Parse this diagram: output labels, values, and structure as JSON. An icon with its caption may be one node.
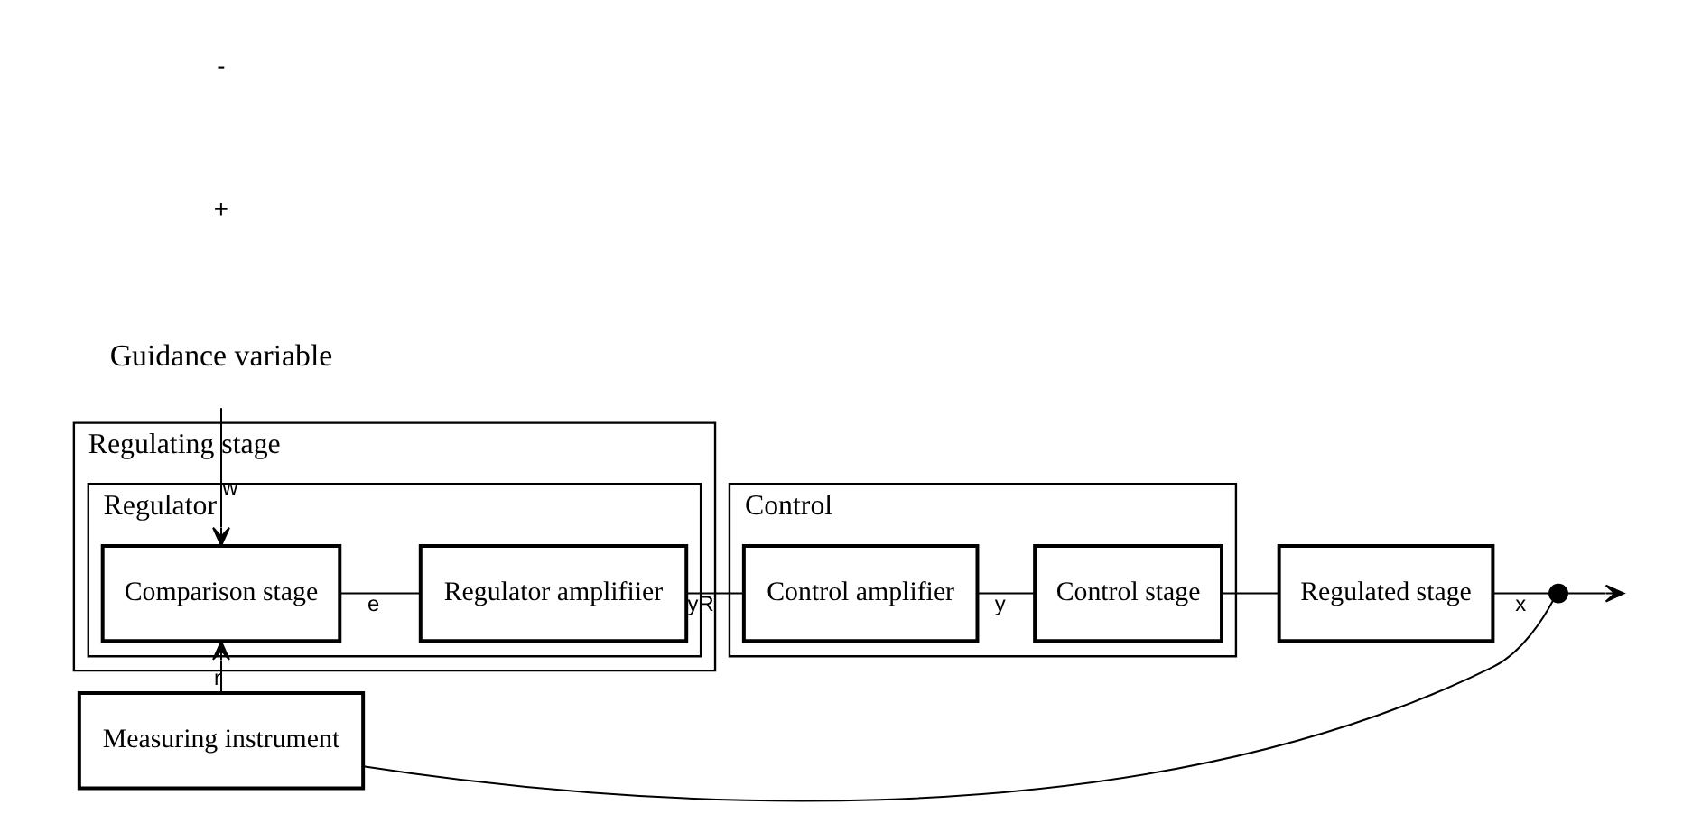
{
  "diagram": {
    "nodes": [
      {
        "text": [
          "Regulating stage"
        ]
      },
      {
        "text": [
          "Regulator"
        ],
        "in": 0
      },
      {
        "text": [
          "Comparison stage"
        ],
        "in": 1
      },
      {
        "text": [
          "Regulator amplifiier"
        ],
        "in": 1
      },
      {
        "text": [
          "Control"
        ]
      },
      {
        "text": [
          "Control amplifier"
        ],
        "in": 4
      },
      {
        "text": [
          "Control stage"
        ],
        "in": 4
      },
      {
        "text": [
          "Regulated stage"
        ]
      },
      {
        "text": [
          "Measuring instrument"
        ]
      },
      {
        "text": [
          "Guidance variable"
        ]
      },
      {
        "text": [],
        "shape": "circle"
      }
    ],
    "edges": [
      {
        "from": 9,
        "to": 2,
        "arrow": "to",
        "label": "w"
      },
      {
        "from": 2,
        "to": 3,
        "arrow": "none",
        "label": "e"
      },
      {
        "from": 3,
        "to": 5,
        "arrow": "none",
        "label": "yR"
      },
      {
        "from": 5,
        "to": 6,
        "arrow": "none",
        "label": "y"
      },
      {
        "from": 6,
        "to": 7,
        "arrow": "none"
      },
      {
        "from": 7,
        "to": 10,
        "arrow": "none",
        "label": "x"
      },
      {
        "from": 10,
        "to": null,
        "arrow": "to"
      },
      {
        "from": 10,
        "to": 8,
        "arrow": "none"
      },
      {
        "from": 8,
        "to": 2,
        "arrow": "to",
        "label": "r"
      }
    ],
    "labels": [
      "+",
      "-"
    ]
  }
}
